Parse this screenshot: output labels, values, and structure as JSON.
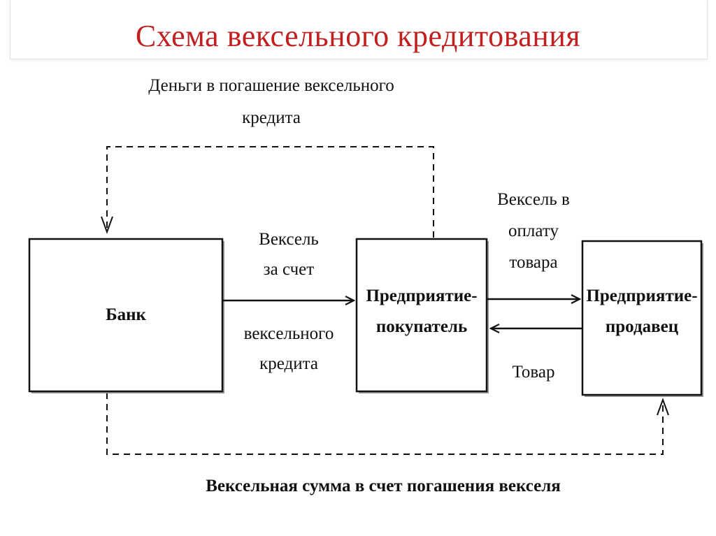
{
  "title": "Схема вексельного кредитования",
  "diagram": {
    "nodes": {
      "bank": "Банк",
      "buyer": [
        "Предприятие-",
        "покупатель"
      ],
      "seller": [
        "Предприятие-",
        "продавец"
      ]
    },
    "edges": {
      "bank_to_buyer_top": [
        "Вексель",
        "за счет"
      ],
      "bank_to_buyer_bottom": [
        "вексельного",
        "кредита"
      ],
      "buyer_to_seller": [
        "Вексель в",
        "оплату",
        "товара"
      ],
      "seller_to_buyer": "Товар",
      "buyer_to_bank_dashed": [
        "Деньги в погашение вексельного",
        "кредита"
      ],
      "bank_to_seller_dashed": "Вексельная сумма в счет погашения векселя"
    }
  }
}
